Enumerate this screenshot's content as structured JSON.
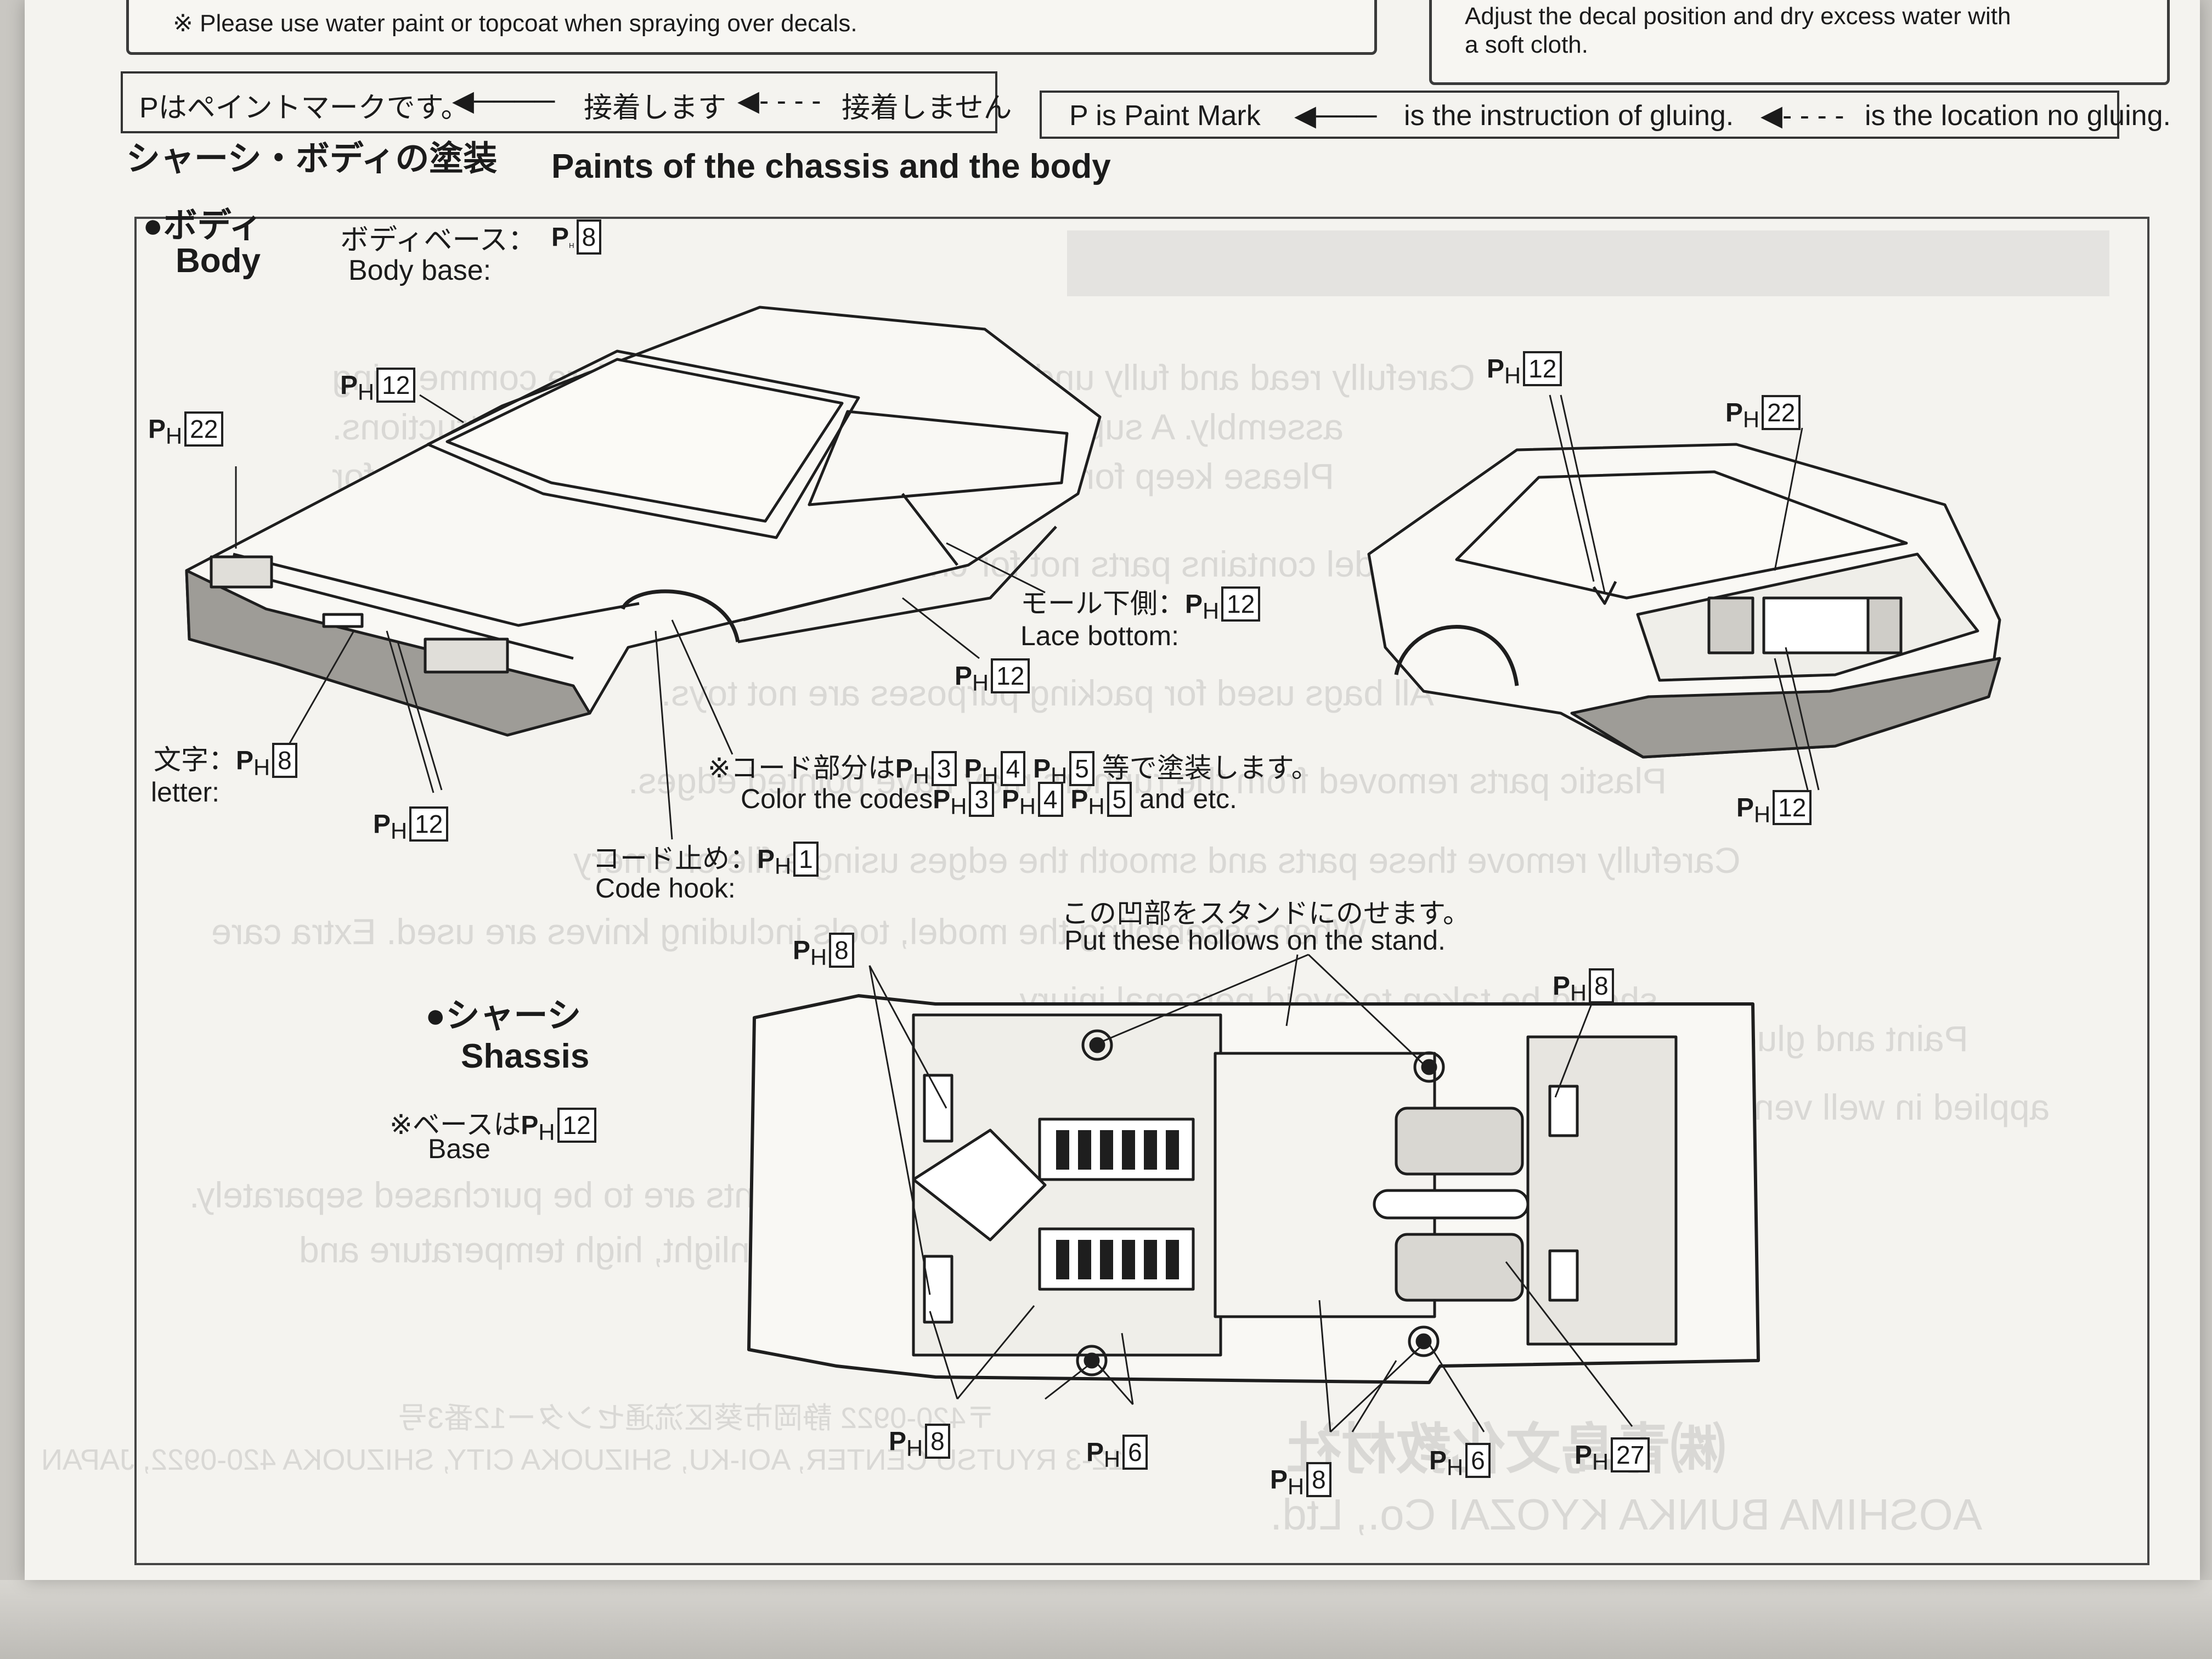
{
  "top_notes": {
    "spray_note": "※ Please use water paint or topcoat when spraying over decals.",
    "decal_note_line1": "Adjust the decal position and dry excess water with",
    "decal_note_line2": "a soft cloth."
  },
  "legend": {
    "jp_paint_mark": "Pはペイントマークです。",
    "jp_gluing": "接着します",
    "jp_no_gluing": "接着しません",
    "en_paint_mark": "P is Paint Mark",
    "en_gluing": "is the instruction of gluing.",
    "en_no_gluing": "is the location no gluing."
  },
  "section_title": {
    "jp": "シャーシ・ボディの塗装",
    "en": "Paints of the chassis and the body"
  },
  "body": {
    "heading_jp": "●ボディ",
    "heading_en": "Body",
    "base_jp": "ボディベース：",
    "base_en": "Body base:",
    "base_code": "8",
    "callouts": {
      "windshield": "12",
      "front_light": "22",
      "rear_window": "12",
      "rear_light": "22",
      "lace_jp": "モール下側：",
      "lace_en": "Lace bottom:",
      "lace_code": "12",
      "side_code": "12",
      "rear_bottom": "12",
      "letter_jp": "文字：",
      "letter_en": "letter:",
      "letter_code": "8",
      "front_bottom": "12",
      "codes_jp_pre": "※コード部分は",
      "codes_jp_post": "等で塗装します。",
      "codes_en_pre": "Color the codes",
      "codes_en_post": "and etc.",
      "codes": [
        "3",
        "4",
        "5"
      ],
      "hook_jp": "コード止め：",
      "hook_en": "Code hook:",
      "hook_code": "1"
    }
  },
  "chassis": {
    "heading_jp": "●シャーシ",
    "heading_en": "Shassis",
    "base_jp": "※ベースは",
    "base_en": "Base",
    "base_code": "12",
    "stand_jp": "この凹部をスタンドにのせます。",
    "stand_en": "Put these  hollows on the stand.",
    "callouts": [
      "8",
      "8",
      "8",
      "6",
      "8",
      "6",
      "27"
    ]
  },
  "paint_prefix": "P",
  "paint_sub": "H",
  "ghost_text": {
    "line1": "Carefully read and fully understand the instructions before commencing",
    "line2": "assembly. A supervising adult should also read the instructions.",
    "line3": "Please keep for reference. Please keep contact information for",
    "line4": "The model contains parts not for children under 3 years old",
    "line5": "All bags used for packing purposes are not toys.",
    "line6": "Plastic parts removed from the runners may have pointed edges.",
    "line7": "Carefully remove these parts and smooth the edges using a file or emery",
    "line8": "When assembling the model, tools including knives are used. Extra care",
    "line9": "should be taken to avoid personal injury.",
    "line10": "Paint and glue for plastic model kits should be",
    "line11": "applied in well ventilated areas. Never be inhaled or taken",
    "line12": "Glue and paints are to be purchased separately.",
    "line13": "Do not leave kit in direct sunlight, high temperature and",
    "company_jp": "㈱青島文化教材社",
    "company_en": "AOSHIMA BUNKA KYOZAI Co., Ltd.",
    "address_jp": "〒420-0922 静岡市葵区流通センター12番3号",
    "address_en": "12-3 RYUTSU CENTER, AOI-KU, SHIZUOKA CITY, SHIZUOKA 420-0922, JAPAN"
  }
}
